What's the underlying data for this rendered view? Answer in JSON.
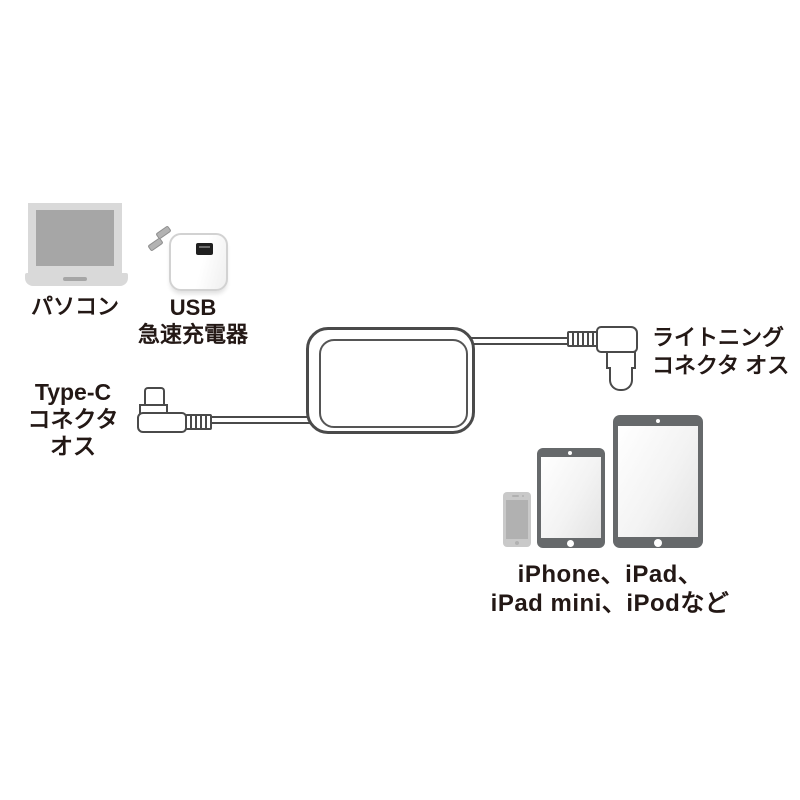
{
  "image": {
    "kind": "product-connection-diagram",
    "background": "#ffffff"
  },
  "colors": {
    "outline": "#4a4a4a",
    "text": "#231815",
    "laptop_light_gray": "#d9d9d9",
    "laptop_dark_gray": "#a6a6a6",
    "tablet_frame_gray": "#66696b",
    "iphone_body_gray": "#c9c9c9",
    "iphone_screen_gray": "#b1b1b1",
    "charger_white": "#ffffff",
    "charger_port_black": "#1f1f1f",
    "prong_gray": "#b3b3b3"
  },
  "icons": {
    "laptop": "laptop-icon",
    "usb_charger": "usb-quick-charger-icon",
    "typec_connector": "usb-type-c-male-connector-icon",
    "cable_loop": "coiled-flat-cable-icon",
    "lightning_connector": "lightning-male-connector-icon",
    "iphone": "iphone-icon",
    "ipad_mini": "ipad-mini-icon",
    "ipad": "ipad-icon"
  },
  "labels": {
    "laptop": "パソコン",
    "charger": [
      "USB",
      "急速充電器"
    ],
    "typec": [
      "Type-C",
      "コネクタ",
      "オス"
    ],
    "lightning": [
      "ライトニング",
      "コネクタ オス"
    ],
    "devices": [
      "iPhone、iPad、",
      "iPad mini、iPodなど"
    ]
  }
}
